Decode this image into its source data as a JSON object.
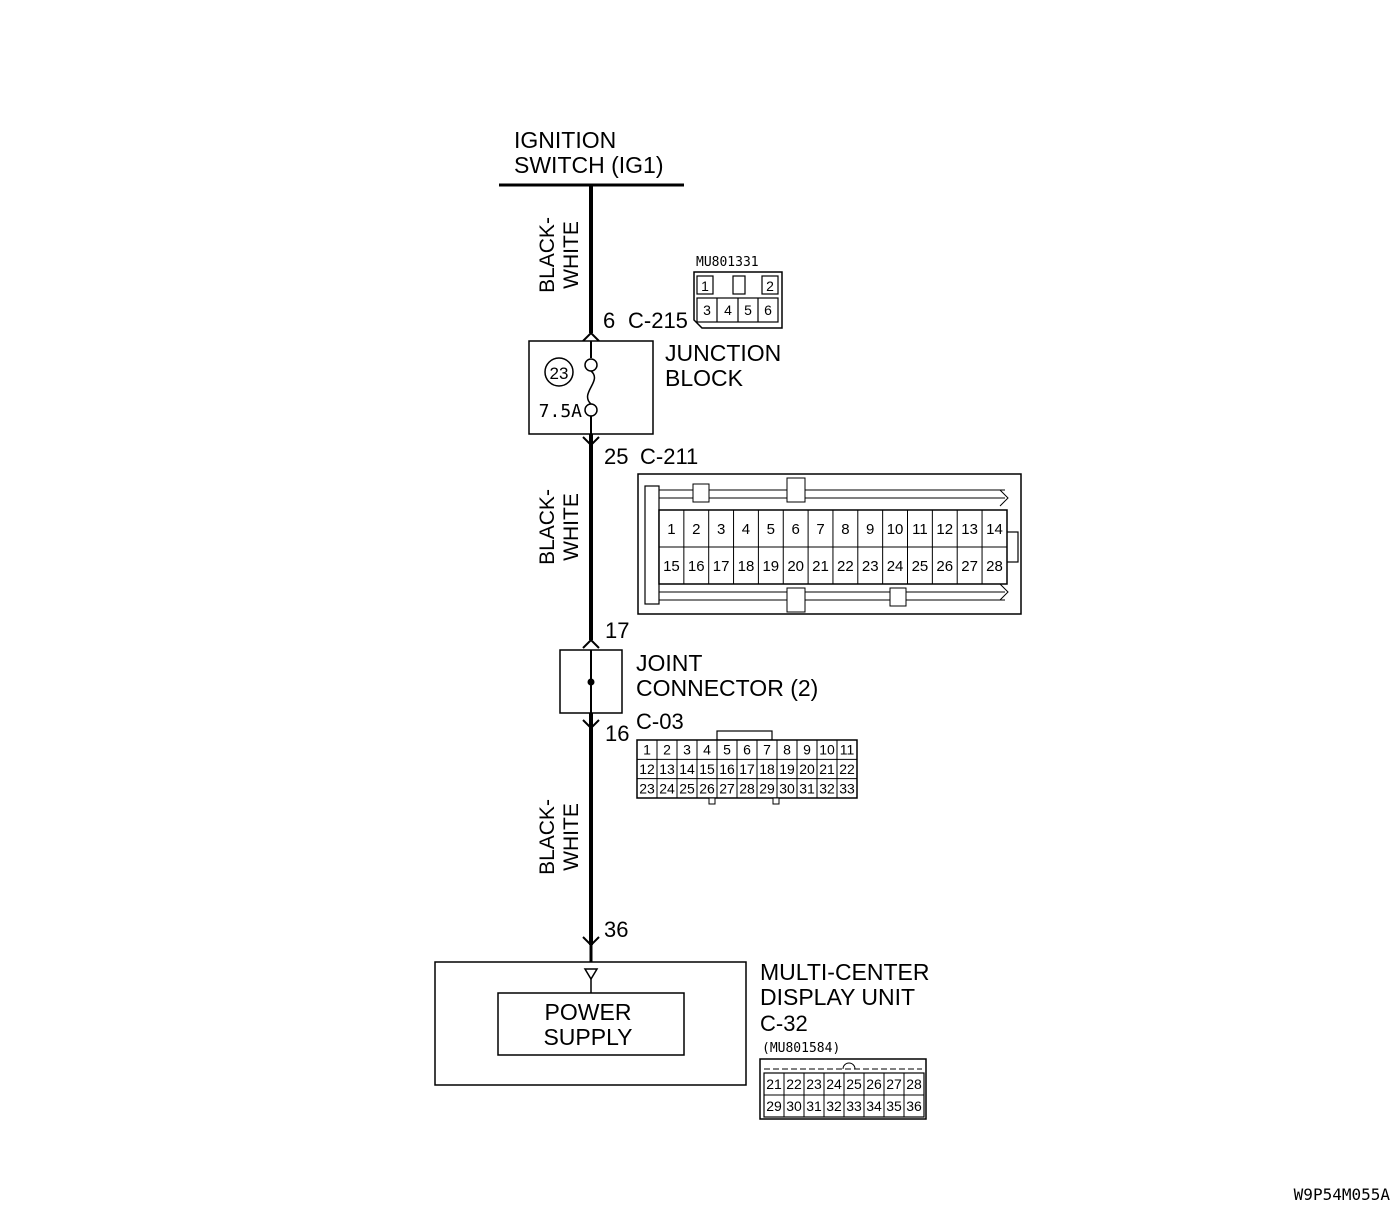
{
  "ignition_switch": {
    "line1": "IGNITION",
    "line2": "SWITCH (IG1)"
  },
  "wire_colors": {
    "seg1": [
      "BLACK-",
      "WHITE"
    ],
    "seg2": [
      "BLACK-",
      "WHITE"
    ],
    "seg3": [
      "BLACK-",
      "WHITE"
    ]
  },
  "c215": {
    "pin": "6",
    "name": "C-215",
    "part": "MU801331",
    "row1": [
      "1",
      "",
      "2"
    ],
    "row2": [
      "3",
      "4",
      "5",
      "6"
    ]
  },
  "junction_block": {
    "line1": "JUNCTION",
    "line2": "BLOCK",
    "fuse_no": "23",
    "fuse_rating": "7.5A"
  },
  "c211": {
    "pin": "25",
    "name": "C-211",
    "row1": [
      "1",
      "2",
      "3",
      "4",
      "5",
      "6",
      "7",
      "8",
      "9",
      "10",
      "11",
      "12",
      "13",
      "14"
    ],
    "row2": [
      "15",
      "16",
      "17",
      "18",
      "19",
      "20",
      "21",
      "22",
      "23",
      "24",
      "25",
      "26",
      "27",
      "28"
    ]
  },
  "joint_connector": {
    "pin_in": "17",
    "pin_out": "16",
    "line1": "JOINT",
    "line2": "CONNECTOR (2)"
  },
  "c03": {
    "name": "C-03",
    "row1": [
      "1",
      "2",
      "3",
      "4",
      "5",
      "6",
      "7",
      "8",
      "9",
      "10",
      "11"
    ],
    "row2": [
      "12",
      "13",
      "14",
      "15",
      "16",
      "17",
      "18",
      "19",
      "20",
      "21",
      "22"
    ],
    "row3": [
      "23",
      "24",
      "25",
      "26",
      "27",
      "28",
      "29",
      "30",
      "31",
      "32",
      "33"
    ]
  },
  "display_unit": {
    "pin": "36",
    "line1": "MULTI-CENTER",
    "line2": "DISPLAY UNIT",
    "line3": "C-32",
    "part": "(MU801584)",
    "inner_line1": "POWER",
    "inner_line2": "SUPPLY"
  },
  "c32": {
    "row1": [
      "21",
      "22",
      "23",
      "24",
      "25",
      "26",
      "27",
      "28"
    ],
    "row2": [
      "29",
      "30",
      "31",
      "32",
      "33",
      "34",
      "35",
      "36"
    ]
  },
  "figure_id": "W9P54M055A"
}
